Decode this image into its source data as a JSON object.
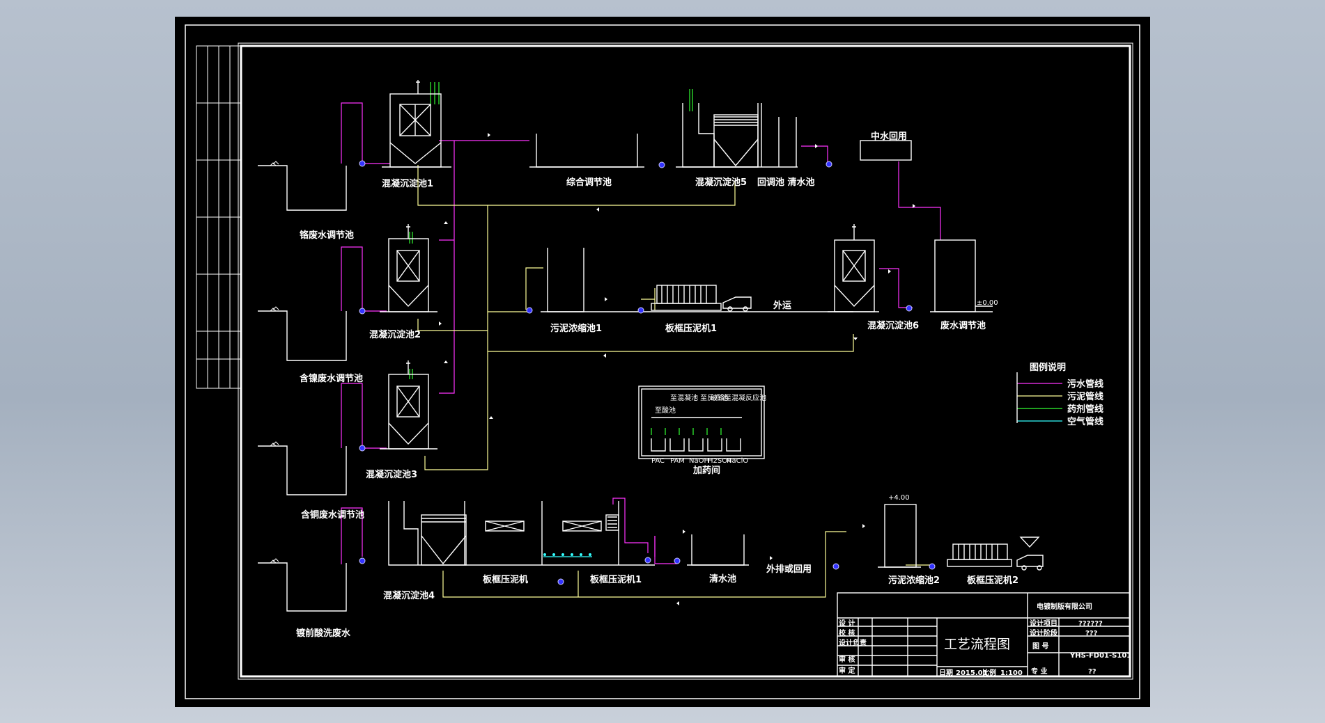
{
  "labels": {
    "tank_chrome_reg": "铬废水调节池",
    "tank_nickel_reg": "含镍废水调节池",
    "tank_copper_reg": "含铜废水调节池",
    "tank_pickling": "镀前酸洗废水",
    "sed1": "混凝沉淀池1",
    "sed2": "混凝沉淀池2",
    "sed3": "混凝沉淀池3",
    "sed4": "混凝沉淀池4",
    "sed5": "混凝沉淀池5",
    "sed6": "混凝沉淀池6",
    "comp_reg": "综合调节池",
    "reuse_clear": "回调池 清水池",
    "reuse_water": "中水回用",
    "sludge_thick1": "污泥浓缩池1",
    "filter_press1": "板框压泥机1",
    "transport": "外运",
    "wastewater_reg": "废水调节池",
    "level_0": "±0.00",
    "level_4": "+4.00",
    "press_mid_a": "板框压泥机",
    "press_mid_b": "板框压泥机1",
    "clear_pool": "清水池",
    "reuse_out": "外排或回用",
    "sludge_thick2": "污泥浓缩池2",
    "filter_press2": "板框压泥机2"
  },
  "legend": {
    "title": "图例说明",
    "items": [
      {
        "label": "污水管线",
        "color": "#ff33ff"
      },
      {
        "label": "污泥管线",
        "color": "#ffff99"
      },
      {
        "label": "药剂管线",
        "color": "#33ff33"
      },
      {
        "label": "空气管线",
        "color": "#33ffff"
      }
    ]
  },
  "dosing": {
    "top": [
      "至混凝池 至反应池",
      "破铬至混凝反应池"
    ],
    "mid": "至酸池",
    "bottom": [
      "PAC",
      "PAM",
      "NaOH",
      "H2SO4",
      "NaClO"
    ],
    "caption": "加药间"
  },
  "title_block": {
    "company": "电镀制版有限公司",
    "drawing_title": "工艺流程图",
    "rows_left": [
      "设 计",
      "校 核",
      "设计负责",
      "审 核",
      "审 定"
    ],
    "project_label": "设计项目",
    "project_value": "??????",
    "stage_label": "设计阶段",
    "stage_value": "???",
    "drawing_no_label": "图 号",
    "drawing_no_value": "YHS-FD01-S101",
    "discipline_label": "专 业",
    "discipline_value": "??",
    "date_label": "日期",
    "date_value": "2015.01",
    "scale_label": "比例",
    "scale_value": "1:100"
  },
  "colors": {
    "background": "#000000",
    "frame": "#ffffff",
    "sewage": "#ff33ff",
    "sludge": "#ffff99",
    "chemical": "#33ff33",
    "air": "#33ffff",
    "pump": "#3333ff"
  }
}
